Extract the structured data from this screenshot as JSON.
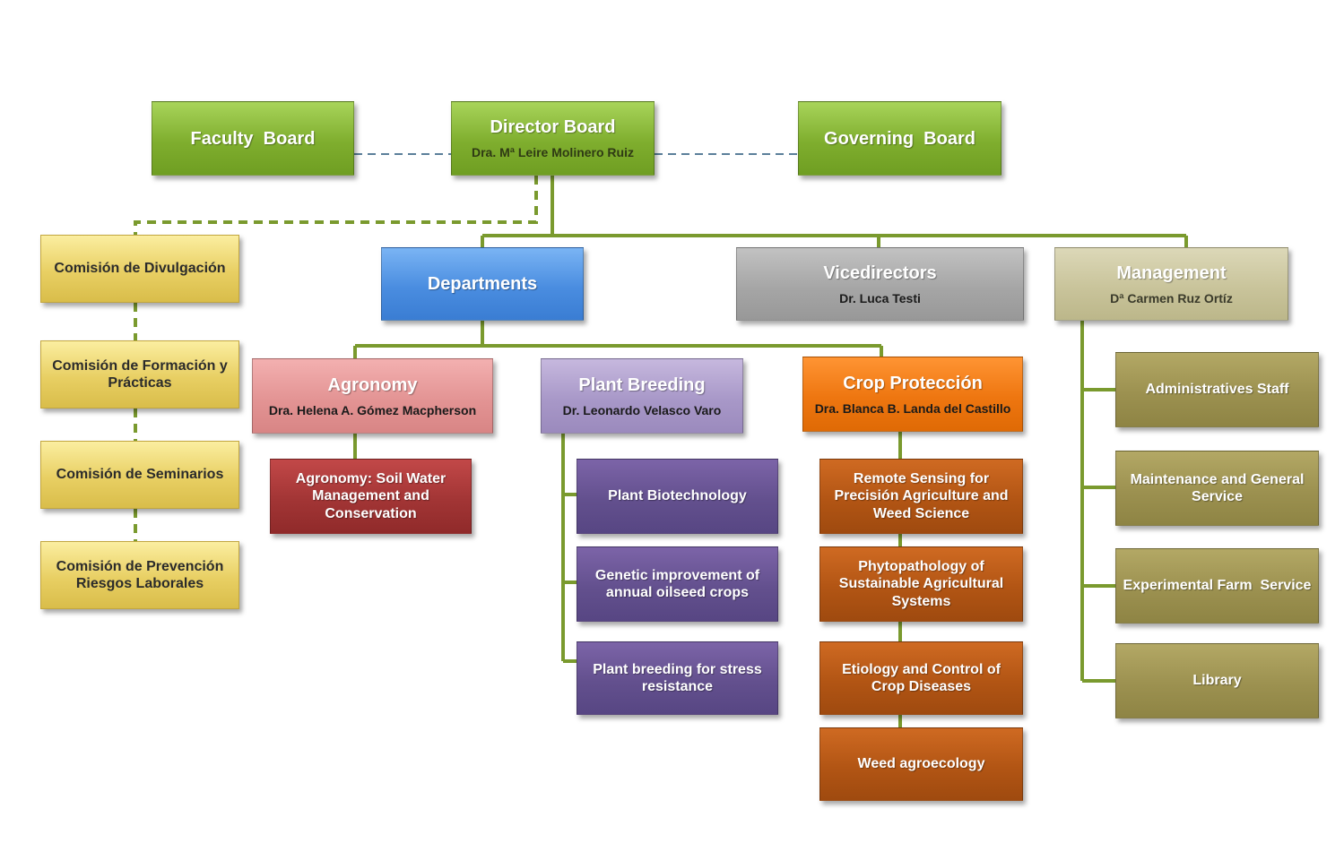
{
  "top": {
    "faculty_board": "Faculty  Board",
    "director_board": {
      "title": "Director Board",
      "person": "Dra. Mª Leire Molinero Ruiz"
    },
    "governing_board": "Governing  Board"
  },
  "commissions": [
    "Comisión de Divulgación",
    "Comisión de Formación y Prácticas",
    "Comisión de Seminarios",
    "Comisión de Prevención Riesgos Laborales"
  ],
  "departments": {
    "title": "Departments"
  },
  "vicedirectors": {
    "title": "Vicedirectors",
    "person": "Dr. Luca Testi"
  },
  "management": {
    "title": "Management",
    "person": "Dª Carmen Ruz Ortíz",
    "services": [
      "Administratives Staff",
      "Maintenance and General Service",
      "Experimental Farm  Service",
      "Library"
    ]
  },
  "agronomy": {
    "title": "Agronomy",
    "person": "Dra. Helena A. Gómez Macpherson",
    "groups": [
      "Agronomy: Soil Water Management and Conservation"
    ]
  },
  "plant_breeding": {
    "title": "Plant Breeding",
    "person": "Dr. Leonardo Velasco Varo",
    "groups": [
      "Plant Biotechnology",
      "Genetic improvement of annual oilseed crops",
      "Plant breeding for stress resistance"
    ]
  },
  "crop_protection": {
    "title": "Crop Protección",
    "person": "Dra. Blanca B. Landa del Castillo",
    "groups": [
      "Remote Sensing for Precisión Agriculture and Weed Science",
      "Phytopathology of Sustainable Agricultural Systems",
      "Etiology and Control of Crop Diseases",
      "Weed agroecology"
    ]
  },
  "colors": {
    "board_green": "#7fae2e",
    "commission_gold": "#e8cf63",
    "departments_blue": "#4a8de0",
    "vicedirectors_grey": "#a6a6a6",
    "management_khaki": "#c9c49b",
    "agronomy_pink": "#e39494",
    "plant_breeding_lilac": "#a898c8",
    "crop_protection_orange": "#ee7610",
    "connector_green": "#7a9a2e",
    "dashed_blue": "#5b7f9a"
  }
}
